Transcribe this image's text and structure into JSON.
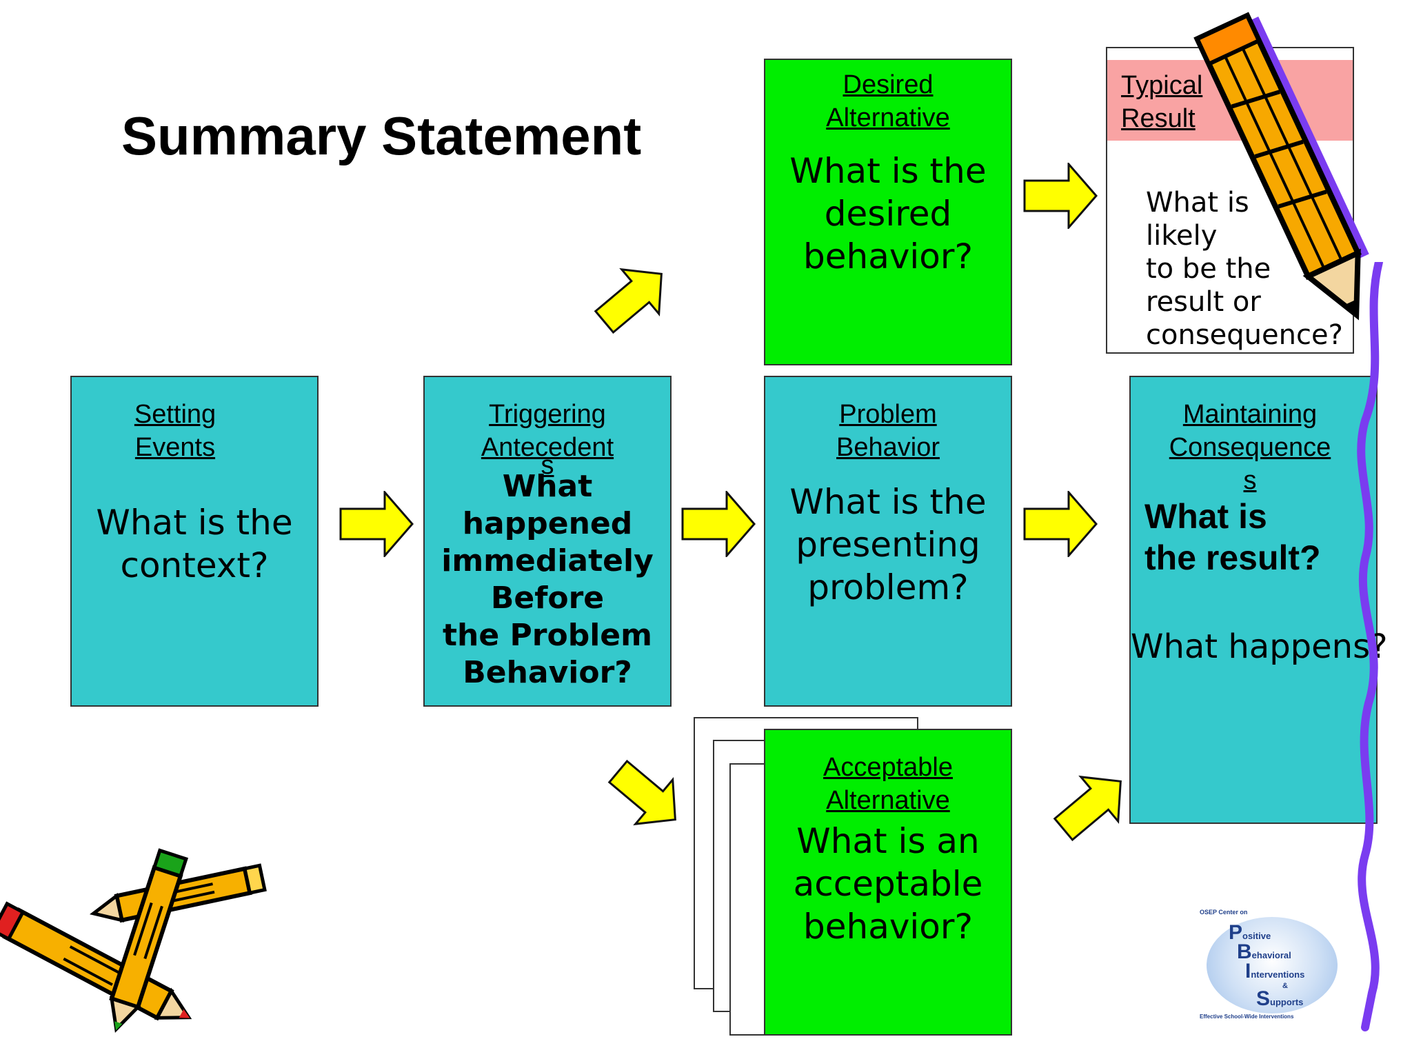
{
  "title": "Summary Statement",
  "boxes": {
    "setting": {
      "header": [
        "Setting",
        "Events"
      ],
      "question": "What is the\ncontext?"
    },
    "triggering": {
      "header": [
        "Triggering",
        "Antecedent",
        "s"
      ],
      "question": "What\nhappened\nimmediately\nBefore\nthe Problem\nBehavior?"
    },
    "problem": {
      "header": [
        "Problem",
        "Behavior"
      ],
      "question": "What is the\npresenting\nproblem?"
    },
    "maintaining": {
      "header": [
        "Maintaining",
        "Consequence",
        "s"
      ],
      "question_bold": "What is\nthe result?",
      "question2": "What happens?"
    },
    "desired": {
      "header": [
        "Desired",
        "Alternative"
      ],
      "question": "What is the\ndesired\nbehavior?"
    },
    "typical": {
      "header": [
        "Typical",
        "Result"
      ],
      "question": "What is\nlikely\nto be the\nresult or\nconsequence?"
    },
    "acceptable": {
      "header": [
        "Acceptable",
        "Alternative"
      ],
      "question": "What is an\nacceptable\nbehavior?"
    }
  },
  "logo": {
    "top": "OSEP Center on",
    "letters": [
      "P",
      "B",
      "I",
      "S"
    ],
    "words": [
      "ositive",
      "ehavioral",
      "nterventions",
      "&",
      "upports"
    ],
    "bottom": "Effective School-Wide Interventions"
  },
  "colors": {
    "teal": "#35c9cc",
    "green": "#00ee00",
    "pink": "#f9a3a3",
    "arrow_yellow": "#ffff00",
    "purple": "#7a3cf0"
  },
  "icons": [
    "pencil-clipart-icon",
    "crossed-pencils-clipart-icon",
    "pbis-logo"
  ]
}
